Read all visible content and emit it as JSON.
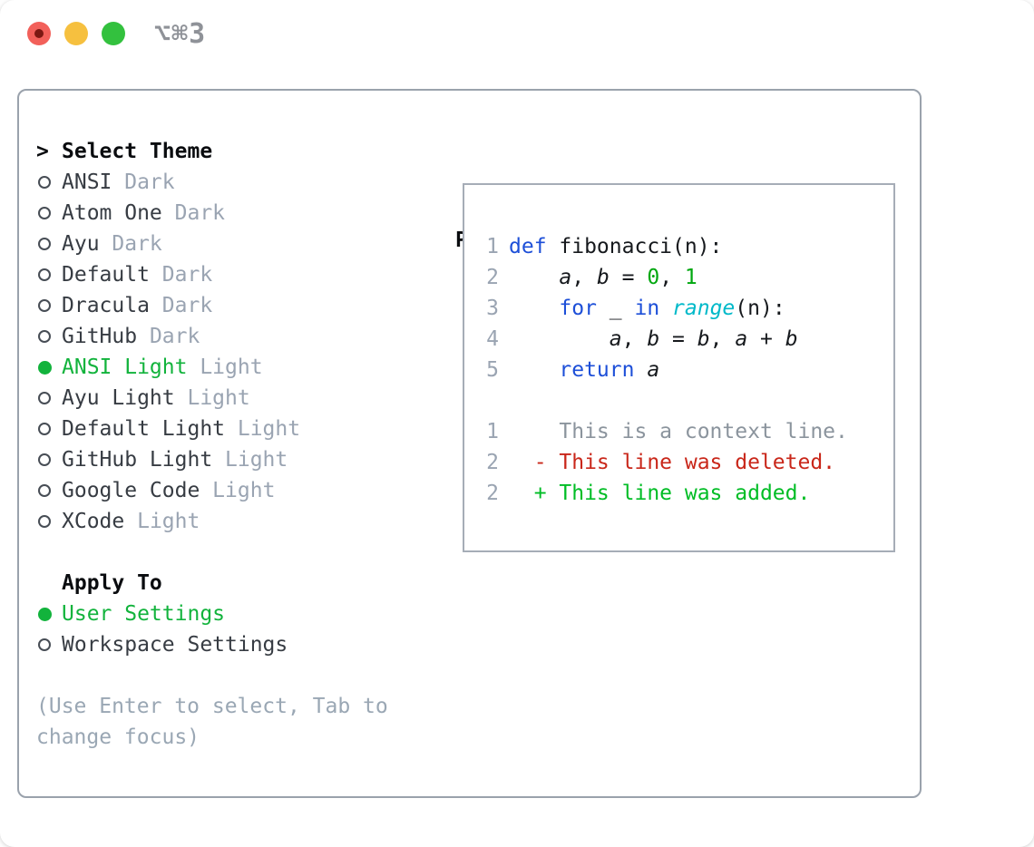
{
  "window": {
    "hotkey_label": "⌥⌘3"
  },
  "colors": {
    "accent_green": "#12b33c",
    "diff_green": "#00bd25",
    "diff_red": "#c9271a",
    "syntax_keyword": "#1d4fd8",
    "syntax_builtin": "#00b9c9",
    "syntax_number": "#00a70f",
    "muted_gray": "#9aa4b2",
    "traffic_red": "#f2605a",
    "traffic_yellow": "#f6c03f",
    "traffic_green": "#33c13e"
  },
  "theme_panel": {
    "header_marker": ">",
    "header": "Select Theme",
    "themes": [
      {
        "name": "ANSI",
        "variant": "Dark",
        "selected": false
      },
      {
        "name": "Atom One",
        "variant": "Dark",
        "selected": false
      },
      {
        "name": "Ayu",
        "variant": "Dark",
        "selected": false
      },
      {
        "name": "Default",
        "variant": "Dark",
        "selected": false
      },
      {
        "name": "Dracula",
        "variant": "Dark",
        "selected": false
      },
      {
        "name": "GitHub",
        "variant": "Dark",
        "selected": false
      },
      {
        "name": "ANSI Light",
        "variant": "Light",
        "selected": true
      },
      {
        "name": "Ayu Light",
        "variant": "Light",
        "selected": false
      },
      {
        "name": "Default Light",
        "variant": "Light",
        "selected": false
      },
      {
        "name": "GitHub Light",
        "variant": "Light",
        "selected": false
      },
      {
        "name": "Google Code",
        "variant": "Light",
        "selected": false
      },
      {
        "name": "XCode",
        "variant": "Light",
        "selected": false
      }
    ],
    "apply_to": {
      "header": "Apply To",
      "options": [
        {
          "name": "User Settings",
          "selected": true
        },
        {
          "name": "Workspace Settings",
          "selected": false
        }
      ]
    },
    "hint": "(Use Enter to select, Tab to change focus)"
  },
  "preview": {
    "header": "Preview",
    "code_lines": [
      {
        "num": "1",
        "tokens": [
          {
            "t": "def",
            "c": "kw"
          },
          {
            "t": " fibonacci(n):",
            "c": "pl"
          }
        ]
      },
      {
        "num": "2",
        "tokens": [
          {
            "t": "    ",
            "c": "pl"
          },
          {
            "t": "a",
            "c": "var"
          },
          {
            "t": ", ",
            "c": "pl"
          },
          {
            "t": "b",
            "c": "var"
          },
          {
            "t": " = ",
            "c": "pl"
          },
          {
            "t": "0",
            "c": "num"
          },
          {
            "t": ", ",
            "c": "pl"
          },
          {
            "t": "1",
            "c": "num"
          }
        ]
      },
      {
        "num": "3",
        "tokens": [
          {
            "t": "    ",
            "c": "pl"
          },
          {
            "t": "for",
            "c": "kw"
          },
          {
            "t": " _ ",
            "c": "pl"
          },
          {
            "t": "in",
            "c": "kw"
          },
          {
            "t": " ",
            "c": "pl"
          },
          {
            "t": "range",
            "c": "fn"
          },
          {
            "t": "(n):",
            "c": "pl"
          }
        ]
      },
      {
        "num": "4",
        "tokens": [
          {
            "t": "        ",
            "c": "pl"
          },
          {
            "t": "a",
            "c": "var"
          },
          {
            "t": ", ",
            "c": "pl"
          },
          {
            "t": "b",
            "c": "var"
          },
          {
            "t": " = ",
            "c": "pl"
          },
          {
            "t": "b",
            "c": "var"
          },
          {
            "t": ", ",
            "c": "pl"
          },
          {
            "t": "a",
            "c": "var"
          },
          {
            "t": " + ",
            "c": "pl"
          },
          {
            "t": "b",
            "c": "var"
          }
        ]
      },
      {
        "num": "5",
        "tokens": [
          {
            "t": "    ",
            "c": "pl"
          },
          {
            "t": "return",
            "c": "kw"
          },
          {
            "t": " ",
            "c": "pl"
          },
          {
            "t": "a",
            "c": "var"
          }
        ]
      },
      {
        "num": "",
        "tokens": []
      },
      {
        "num": "1",
        "tokens": [
          {
            "t": "    This is a context line.",
            "c": "ctx"
          }
        ]
      },
      {
        "num": "2",
        "tokens": [
          {
            "t": "  - This line was deleted.",
            "c": "del"
          }
        ]
      },
      {
        "num": "2",
        "tokens": [
          {
            "t": "  + This line was added.",
            "c": "add"
          }
        ]
      }
    ]
  }
}
